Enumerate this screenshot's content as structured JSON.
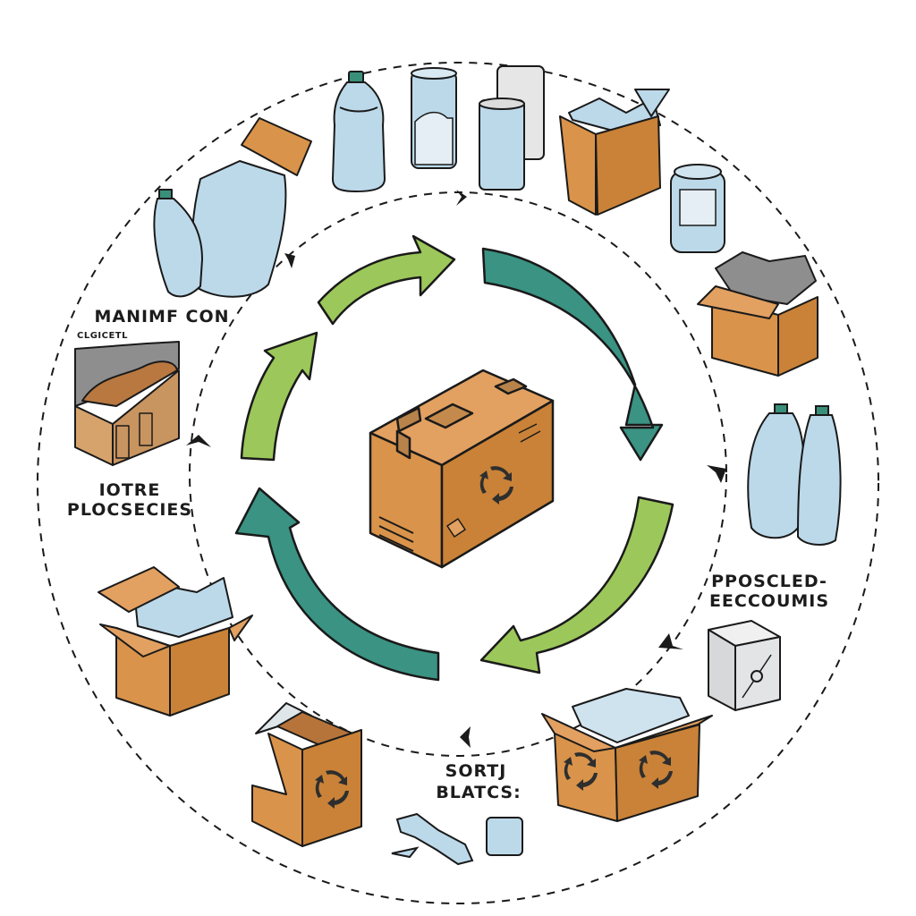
{
  "title": "Recycling cycle illustration",
  "colors": {
    "cardboard": "#d9934a",
    "cardboard_dark": "#c27c36",
    "tape": "#b8834a",
    "plastic": "#bcd9ea",
    "cap": "#3a8f7a",
    "teal_arrow": "#3a9383",
    "green_arrow": "#9cc75a",
    "outline": "#1a1a1a",
    "gray_waste": "#8e8e8e",
    "metal": "#e2e4e6"
  },
  "labels": {
    "left_top": {
      "line1": "MANIMF CON",
      "sub": "CLGICETL"
    },
    "left_mid": {
      "line1": "IOTRE",
      "line2": "PLOCSECIES"
    },
    "right": {
      "line1": "PPOSCLED-",
      "line2": "EECCOUMIS"
    },
    "bottom": {
      "line1": "SORTJ",
      "line2": "BLATCS:"
    }
  },
  "cycle_arrows": [
    {
      "id": "top-left",
      "color": "green"
    },
    {
      "id": "top-right",
      "color": "teal"
    },
    {
      "id": "bottom-right",
      "color": "green"
    },
    {
      "id": "bottom-left",
      "color": "teal"
    },
    {
      "id": "left",
      "color": "green"
    }
  ],
  "center": {
    "item": "cardboard box with recycling symbol"
  },
  "items": [
    "crushed plastic bag and bottle",
    "plastic water bottle",
    "jar with granules",
    "plastic cups",
    "box of bottles",
    "glass jar",
    "box of gray waste",
    "crushed bottles",
    "metal compactor box",
    "box of shredded plastic",
    "sort materials box",
    "crushed bottle and can",
    "open box of bottles",
    "bin of compost"
  ]
}
